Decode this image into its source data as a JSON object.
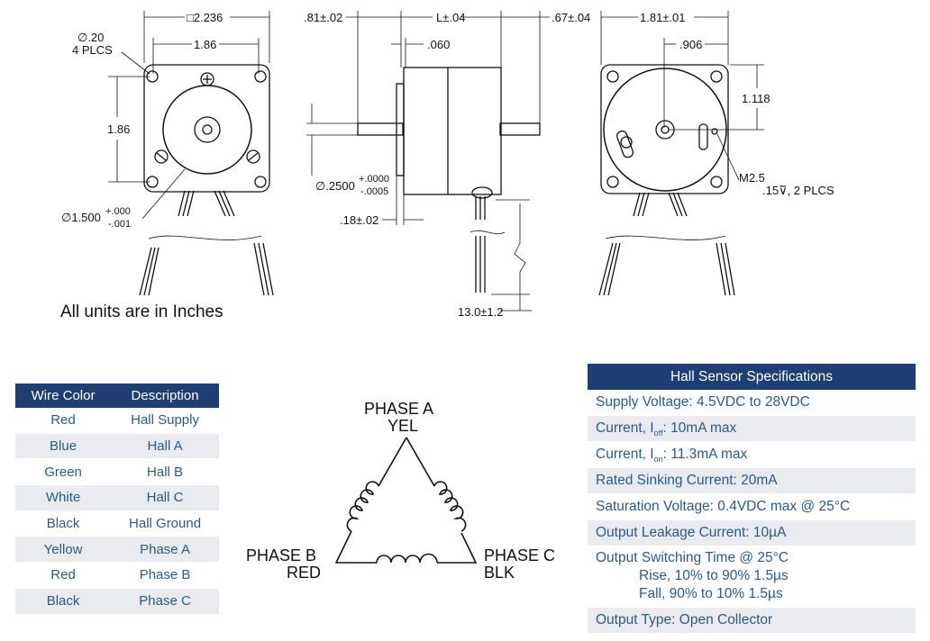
{
  "dimensions": {
    "front": {
      "square": "□2.236",
      "hole_spacing": "1.86",
      "vertical_spacing": "1.86",
      "hole_dia": "∅.20",
      "hole_count": "4 PLCS",
      "pilot_dia": "∅1.500",
      "pilot_tol_upper": "+.000",
      "pilot_tol_lower": "-.001"
    },
    "side": {
      "front_shaft": ".81±.02",
      "length": "L±.04",
      "rear_shaft": ".67±.04",
      "flange": ".060",
      "shaft_dia": "∅.2500",
      "shaft_tol_upper": "+.0000",
      "shaft_tol_lower": "-.0005",
      "pilot_depth": ".18±.02",
      "lead_length": "13.0±1.2"
    },
    "rear": {
      "width": "1.81±.01",
      "half_width": ".906",
      "height": "1.118",
      "screw": "M2.5",
      "screw_depth": ".15⊽, 2 PLCS"
    }
  },
  "units_note": "All units are in Inches",
  "wire_table": {
    "headers": [
      "Wire Color",
      "Description"
    ],
    "rows": [
      [
        "Red",
        "Hall Supply"
      ],
      [
        "Blue",
        "Hall A"
      ],
      [
        "Green",
        "Hall B"
      ],
      [
        "White",
        "Hall C"
      ],
      [
        "Black",
        "Hall Ground"
      ],
      [
        "Yellow",
        "Phase A"
      ],
      [
        "Red",
        "Phase B"
      ],
      [
        "Black",
        "Phase C"
      ]
    ]
  },
  "winding": {
    "phase_a": "PHASE A",
    "phase_a_color": "YEL",
    "phase_b": "PHASE B",
    "phase_b_color": "RED",
    "phase_c": "PHASE C",
    "phase_c_color": "BLK"
  },
  "hall_spec": {
    "title": "Hall Sensor Specifications",
    "supply_voltage": "Supply Voltage: 4.5VDC to 28VDC",
    "current_off_prefix": "Current, I",
    "current_off_sub": "off",
    "current_off_value": ": 10mA max",
    "current_on_prefix": "Current, I",
    "current_on_sub": "on",
    "current_on_value": ": 11.3mA max",
    "rated_sinking": "Rated Sinking Current: 20mA",
    "saturation": "Saturation Voltage: 0.4VDC max @ 25°C",
    "leakage": "Output Leakage Current: 10µA",
    "switching": "Output Switching Time @ 25°C",
    "rise": "Rise, 10% to 90% 1.5µs",
    "fall": "Fall, 90% to 10% 1.5µs",
    "output_type": "Output Type: Open Collector"
  },
  "colors": {
    "header_bg": "#1f3e73",
    "row_alt": "#e9ebee",
    "text_blue": "#2a5a8c"
  }
}
